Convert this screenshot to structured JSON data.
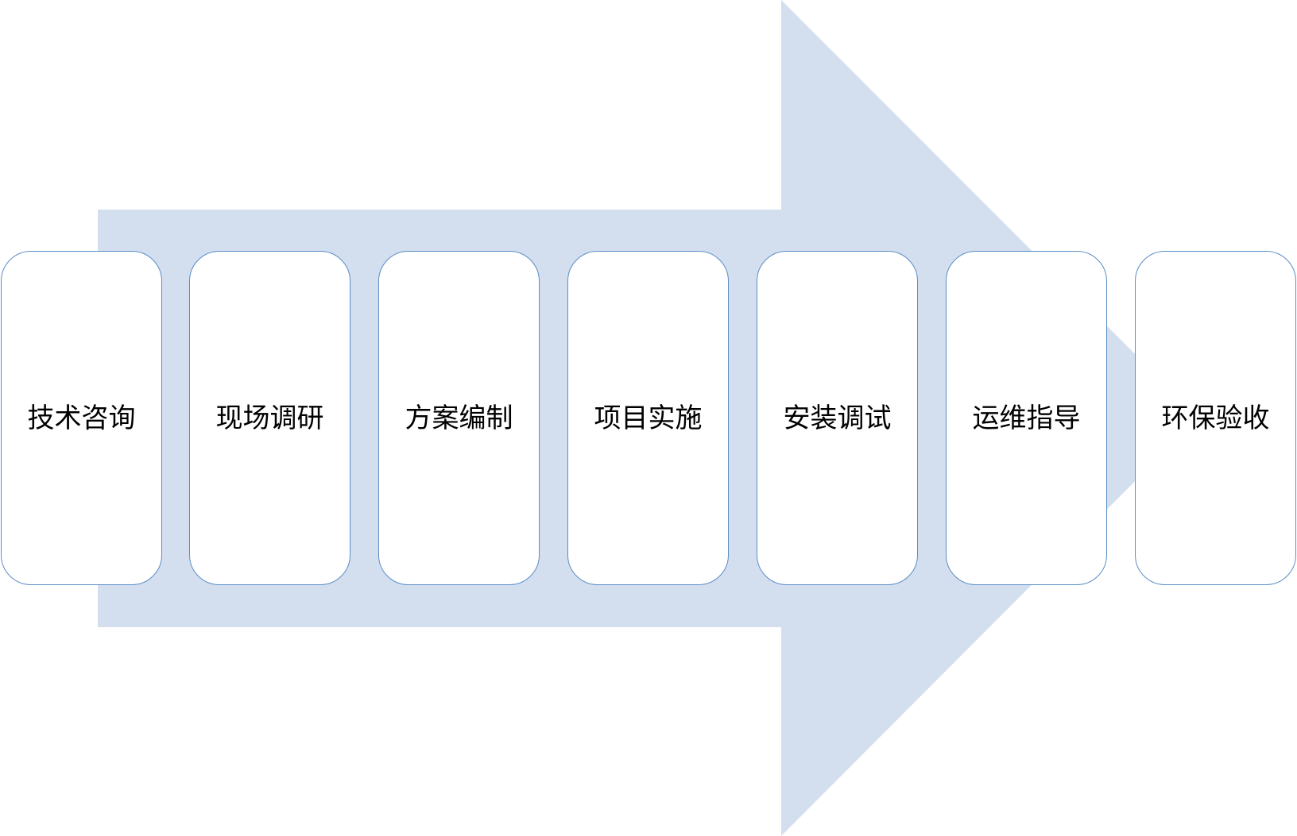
{
  "colors": {
    "arrow_fill": "#d3deef",
    "box_border": "#5b8ec6",
    "box_fill": "#ffffff",
    "text": "#000000"
  },
  "steps": [
    {
      "label": "技术咨询"
    },
    {
      "label": "现场调研"
    },
    {
      "label": "方案编制"
    },
    {
      "label": "项目实施"
    },
    {
      "label": "安装调试"
    },
    {
      "label": "运维指导"
    },
    {
      "label": "环保验收"
    }
  ]
}
